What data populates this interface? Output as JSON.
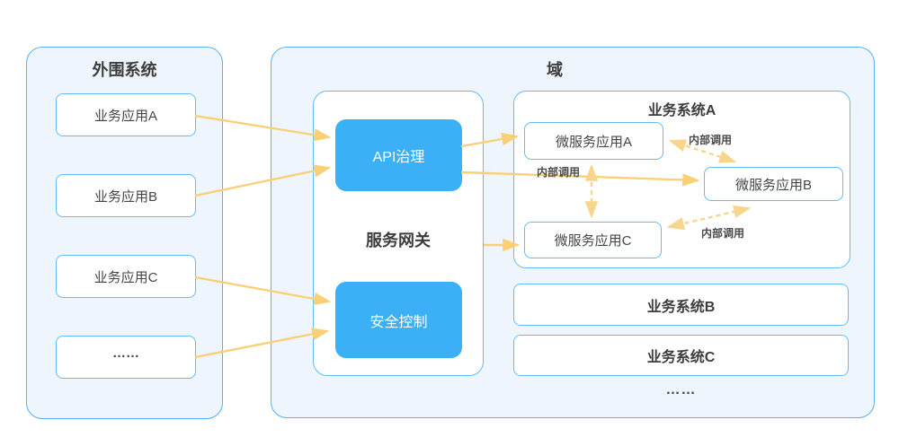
{
  "colors": {
    "panel_bg": "#eef5fc",
    "panel_border": "#55b2f3",
    "box_border": "#63bcf5",
    "blue_box": "#3cb0f6",
    "solid_arrow": "#f9d078",
    "dashed_arrow": "#f7d58d",
    "text_dark": "#3d3d3d",
    "text_label": "#4a4a4a"
  },
  "peripheral": {
    "title": "外围系统",
    "items": [
      {
        "label": "业务应用A"
      },
      {
        "label": "业务应用B"
      },
      {
        "label": "业务应用C"
      },
      {
        "label": "……"
      }
    ]
  },
  "domain": {
    "title": "域",
    "gateway": {
      "title": "服务网关",
      "modules": [
        {
          "label": "API治理"
        },
        {
          "label": "安全控制"
        }
      ]
    },
    "system_a": {
      "title": "业务系统A",
      "services": [
        {
          "label": "微服务应用A"
        },
        {
          "label": "微服务应用B"
        },
        {
          "label": "微服务应用C"
        }
      ],
      "internal_call_labels": [
        "内部调用",
        "内部调用",
        "内部调用"
      ]
    },
    "other_systems": [
      {
        "label": "业务系统B"
      },
      {
        "label": "业务系统C"
      }
    ],
    "ellipsis": "……"
  }
}
